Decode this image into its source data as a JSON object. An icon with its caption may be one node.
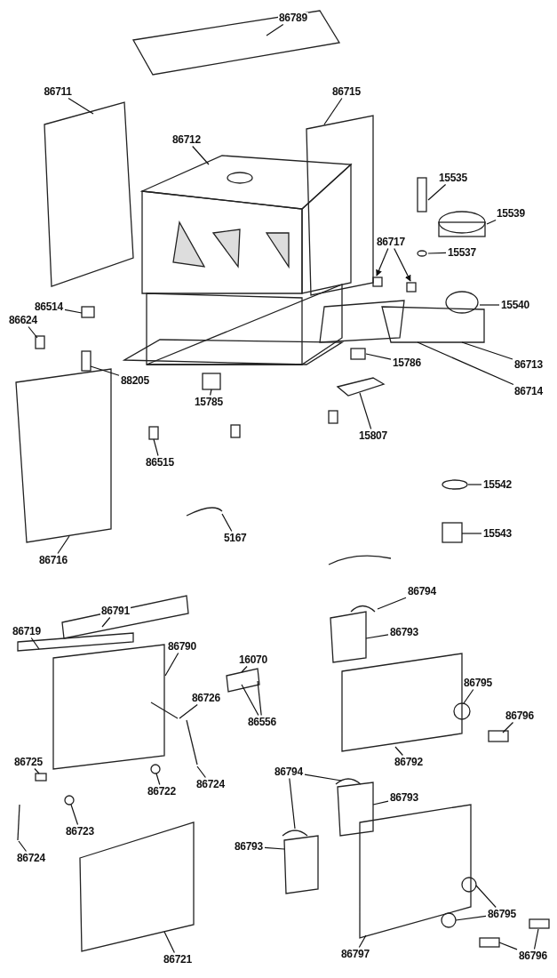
{
  "diagram": {
    "nodes": [
      {
        "text": [
          "86789"
        ]
      },
      {
        "text": [
          "86711"
        ]
      },
      {
        "text": [
          "86715"
        ]
      },
      {
        "text": [
          "86712"
        ]
      },
      {
        "text": [
          "15535"
        ]
      },
      {
        "text": [
          "15539"
        ]
      },
      {
        "text": [
          "86717"
        ]
      },
      {
        "text": [
          "15537"
        ]
      },
      {
        "text": [
          "15540"
        ]
      },
      {
        "text": [
          "86514"
        ]
      },
      {
        "text": [
          "86624"
        ]
      },
      {
        "text": [
          "86713"
        ]
      },
      {
        "text": [
          "15786"
        ]
      },
      {
        "text": [
          "88205"
        ]
      },
      {
        "text": [
          "86714"
        ]
      },
      {
        "text": [
          "15785"
        ]
      },
      {
        "text": [
          "15807"
        ]
      },
      {
        "text": [
          "86515"
        ]
      },
      {
        "text": [
          "15542"
        ]
      },
      {
        "text": [
          "86716"
        ]
      },
      {
        "text": [
          "5167"
        ]
      },
      {
        "text": [
          "15543"
        ]
      },
      {
        "text": [
          "86794"
        ]
      },
      {
        "text": [
          "86791"
        ]
      },
      {
        "text": [
          "86719"
        ]
      },
      {
        "text": [
          "86793"
        ]
      },
      {
        "text": [
          "86790"
        ]
      },
      {
        "text": [
          "16070"
        ]
      },
      {
        "text": [
          "86795"
        ]
      },
      {
        "text": [
          "86726"
        ]
      },
      {
        "text": [
          "86556"
        ]
      },
      {
        "text": [
          "86796"
        ]
      },
      {
        "text": [
          "86725"
        ]
      },
      {
        "text": [
          "86792"
        ]
      },
      {
        "text": [
          "86794"
        ]
      },
      {
        "text": [
          "86722"
        ]
      },
      {
        "text": [
          "86724"
        ]
      },
      {
        "text": [
          "86793"
        ]
      },
      {
        "text": [
          "86723"
        ]
      },
      {
        "text": [
          "86724"
        ]
      },
      {
        "text": [
          "86793"
        ]
      },
      {
        "text": [
          "86795"
        ]
      },
      {
        "text": [
          "86797"
        ]
      },
      {
        "text": [
          "86721"
        ]
      },
      {
        "text": [
          "86796"
        ]
      }
    ],
    "edges": [
      {
        "from": 0,
        "to": null,
        "arrow": "none"
      },
      {
        "from": 1,
        "to": null,
        "arrow": "none"
      },
      {
        "from": 2,
        "to": null,
        "arrow": "none"
      },
      {
        "from": 3,
        "to": null,
        "arrow": "none"
      },
      {
        "from": 4,
        "to": null,
        "arrow": "none"
      },
      {
        "from": 5,
        "to": null,
        "arrow": "none"
      },
      {
        "from": 6,
        "to": null,
        "arrow": "to"
      },
      {
        "from": 6,
        "to": null,
        "arrow": "to"
      },
      {
        "from": 7,
        "to": null,
        "arrow": "none"
      },
      {
        "from": 8,
        "to": null,
        "arrow": "none"
      },
      {
        "from": 9,
        "to": null,
        "arrow": "none"
      },
      {
        "from": 10,
        "to": null,
        "arrow": "none"
      },
      {
        "from": 11,
        "to": null,
        "arrow": "none"
      },
      {
        "from": 12,
        "to": null,
        "arrow": "none"
      },
      {
        "from": 13,
        "to": null,
        "arrow": "none"
      },
      {
        "from": 14,
        "to": null,
        "arrow": "none"
      },
      {
        "from": 15,
        "to": null,
        "arrow": "none"
      },
      {
        "from": 16,
        "to": null,
        "arrow": "none"
      },
      {
        "from": 17,
        "to": null,
        "arrow": "none"
      },
      {
        "from": 18,
        "to": null,
        "arrow": "none"
      },
      {
        "from": 19,
        "to": null,
        "arrow": "none"
      },
      {
        "from": 20,
        "to": null,
        "arrow": "none"
      },
      {
        "from": 21,
        "to": null,
        "arrow": "none"
      },
      {
        "from": 22,
        "to": null,
        "arrow": "none"
      },
      {
        "from": 23,
        "to": null,
        "arrow": "none"
      },
      {
        "from": 24,
        "to": null,
        "arrow": "none"
      },
      {
        "from": 25,
        "to": null,
        "arrow": "none"
      },
      {
        "from": 26,
        "to": null,
        "arrow": "none"
      },
      {
        "from": 27,
        "to": null,
        "arrow": "none"
      },
      {
        "from": 28,
        "to": null,
        "arrow": "none"
      },
      {
        "from": 29,
        "to": null,
        "arrow": "none"
      },
      {
        "from": 30,
        "to": null,
        "arrow": "none"
      },
      {
        "from": 30,
        "to": null,
        "arrow": "none"
      },
      {
        "from": 31,
        "to": null,
        "arrow": "none"
      },
      {
        "from": 32,
        "to": null,
        "arrow": "none"
      },
      {
        "from": 33,
        "to": null,
        "arrow": "none"
      },
      {
        "from": 34,
        "to": null,
        "arrow": "none"
      },
      {
        "from": 34,
        "to": null,
        "arrow": "none"
      },
      {
        "from": 35,
        "to": null,
        "arrow": "none"
      },
      {
        "from": 36,
        "to": null,
        "arrow": "none"
      },
      {
        "from": 37,
        "to": null,
        "arrow": "none"
      },
      {
        "from": 38,
        "to": null,
        "arrow": "none"
      },
      {
        "from": 39,
        "to": null,
        "arrow": "none"
      },
      {
        "from": 40,
        "to": null,
        "arrow": "none"
      },
      {
        "from": 41,
        "to": null,
        "arrow": "none"
      },
      {
        "from": 41,
        "to": null,
        "arrow": "none"
      },
      {
        "from": 42,
        "to": null,
        "arrow": "none"
      },
      {
        "from": 43,
        "to": null,
        "arrow": "none"
      },
      {
        "from": 44,
        "to": null,
        "arrow": "none"
      },
      {
        "from": 44,
        "to": null,
        "arrow": "none"
      }
    ]
  }
}
